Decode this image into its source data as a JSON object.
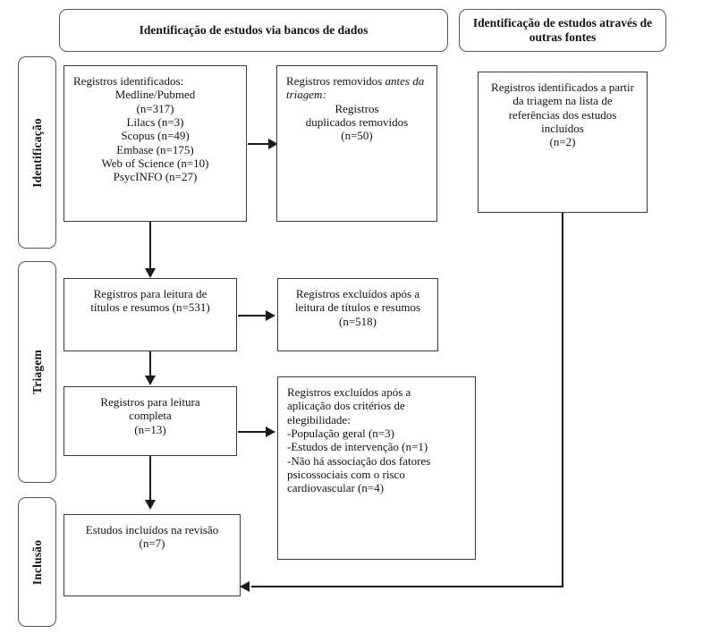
{
  "diagram": {
    "title": "PRISMA flow diagram",
    "language": "pt-BR"
  },
  "headers": {
    "databases": "Identificação de estudos via bancos de dados",
    "other_sources": "Identificação de estudos através de outras fontes"
  },
  "stages": {
    "identification": "Identificação",
    "screening": "Triagem",
    "inclusion": "Inclusão"
  },
  "boxes": {
    "identified_records": {
      "title": "Registros identificados:",
      "lines": [
        "Medline/Pubmed",
        "(n=317)",
        "Lilacs (n=3)",
        "Scopus (n=49)",
        "Embase (n=175)",
        "Web of Science (n=10)",
        "PsycINFO (n=27)"
      ]
    },
    "removed_before_screening": {
      "lead": "Registros removidos ",
      "lead_italic": "antes da triagem:",
      "lines": [
        "Registros",
        "duplicados removidos",
        "(n=50)"
      ]
    },
    "other_sources_records": {
      "lines": [
        "Registros identificados a partir",
        "da triagem na lista de",
        "referências dos estudos",
        "incluídos",
        "(n=2)"
      ]
    },
    "records_screened": {
      "lines": [
        "Registros para leitura de",
        "títulos e resumos (n=531)"
      ]
    },
    "records_excluded_screening": {
      "lines": [
        "Registros excluídos após a",
        "leitura de títulos e resumos",
        "(n=518)"
      ]
    },
    "full_text_assessed": {
      "lines": [
        "Registros para leitura",
        "completa",
        "(n=13)"
      ]
    },
    "full_text_excluded": {
      "lines": [
        "Registros excluídos após a",
        "aplicação dos critérios de",
        "elegibilidade:",
        "-População geral (n=3)",
        "-Estudos de intervenção (n=1)",
        "-Não há associação dos fatores",
        "psicossociais com o risco",
        "cardiovascular (n=4)"
      ]
    },
    "studies_included": {
      "lines": [
        "Estudos incluídos na revisão",
        "(n=7)"
      ]
    }
  },
  "colors": {
    "box_border": "#555555",
    "content_border": "#3a3a3a",
    "line": "#1b1b1b",
    "background": "#ffffff",
    "text": "#141414"
  }
}
